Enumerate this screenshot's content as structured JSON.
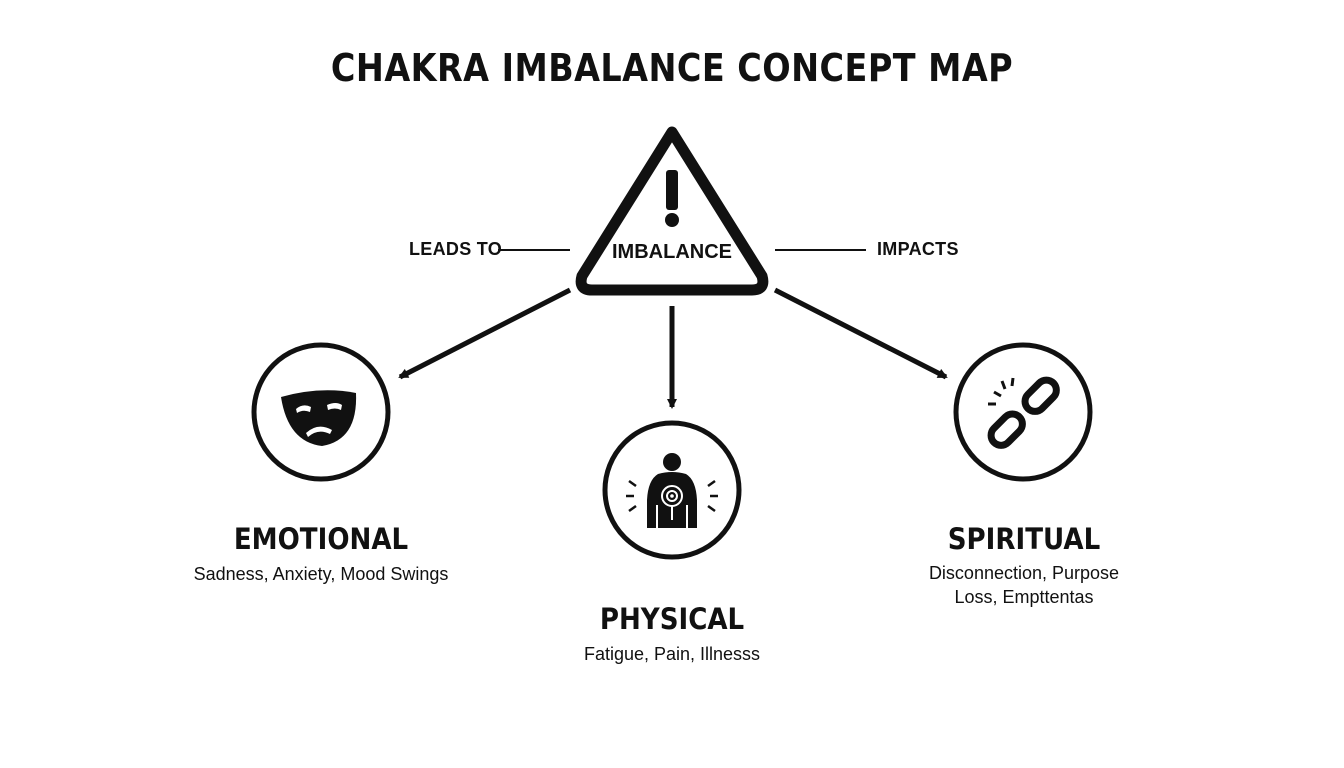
{
  "title": "CHAKRA IMBALANCE CONCEPT MAP",
  "center": {
    "label": "IMBALANCE",
    "icon": "warning-triangle-icon"
  },
  "edge_labels": {
    "left": "LEADS TO",
    "right": "IMPACTS"
  },
  "nodes": {
    "emotional": {
      "title": "EMOTIONAL",
      "description": "Sadness, Anxiety, Mood Swings",
      "icon": "sad-mask-icon"
    },
    "physical": {
      "title": "PHYSICAL",
      "description": "Fatigue, Pain, Illnesss",
      "icon": "body-pain-icon"
    },
    "spiritual": {
      "title": "SPIRITUAL",
      "description_line1": "Disconnection, Purpose",
      "description_line2": "Loss, Empttentas",
      "icon": "broken-chain-icon"
    }
  },
  "colors": {
    "ink": "#111111",
    "background": "#ffffff"
  }
}
